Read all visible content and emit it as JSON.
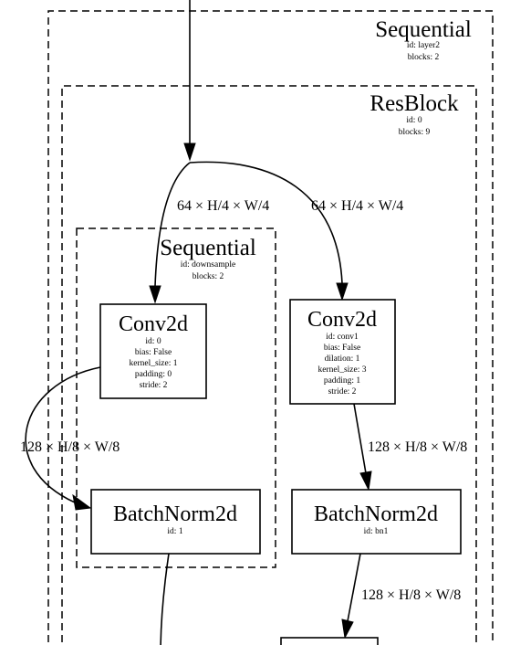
{
  "clusters": {
    "outer": {
      "title": "Sequential",
      "meta": [
        "id: layer2",
        "blocks: 2"
      ]
    },
    "resblock": {
      "title": "ResBlock",
      "meta": [
        "id: 0",
        "blocks: 9"
      ]
    },
    "downsample": {
      "title": "Sequential",
      "meta": [
        "id: downsample",
        "blocks: 2"
      ]
    }
  },
  "nodes": {
    "conv2d_ds": {
      "title": "Conv2d",
      "meta": [
        "id: 0",
        "bias: False",
        "kernel_size: 1",
        "padding: 0",
        "stride: 2"
      ]
    },
    "conv2d_main": {
      "title": "Conv2d",
      "meta": [
        "id: conv1",
        "bias: False",
        "dilation: 1",
        "kernel_size: 3",
        "padding: 1",
        "stride: 2"
      ]
    },
    "bn_ds": {
      "title": "BatchNorm2d",
      "meta": [
        "id: 1"
      ]
    },
    "bn_main": {
      "title": "BatchNorm2d",
      "meta": [
        "id: bn1"
      ]
    }
  },
  "edges": {
    "split_left": "64 × H/4 × W/4",
    "split_right": "64 × H/4 × W/4",
    "ds_conv_to_bn": "128 × H/8 × W/8",
    "main_conv_to_bn": "128 × H/8 × W/8",
    "main_bn_out": "128 × H/8 × W/8"
  }
}
